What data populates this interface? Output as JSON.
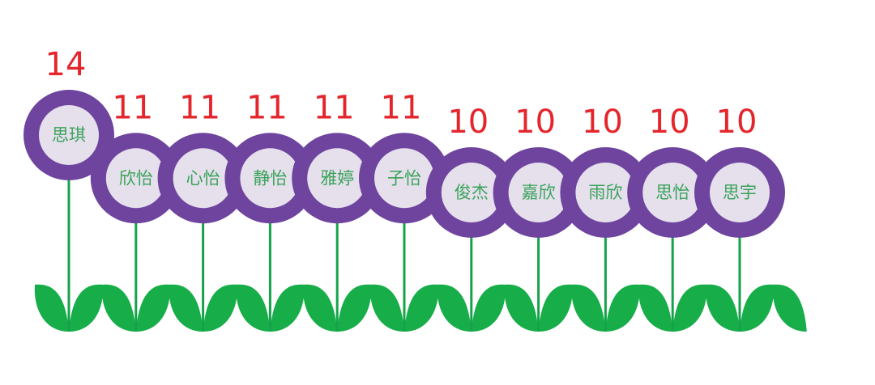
{
  "chart_data": {
    "type": "bar",
    "categories": [
      "思琪",
      "欣怡",
      "心怡",
      "静怡",
      "雅婷",
      "子怡",
      "俊杰",
      "嘉欣",
      "雨欣",
      "思怡",
      "思宇"
    ],
    "values": [
      14,
      11,
      11,
      11,
      11,
      11,
      10,
      10,
      10,
      10,
      10
    ],
    "title": "",
    "xlabel": "",
    "ylabel": ""
  },
  "colors": {
    "ring": "#6e449e",
    "center": "#e5e0ec",
    "label": "#3aa35a",
    "value": "#e4262c",
    "stem": "#15a34a",
    "leaf": "#17ad49"
  }
}
